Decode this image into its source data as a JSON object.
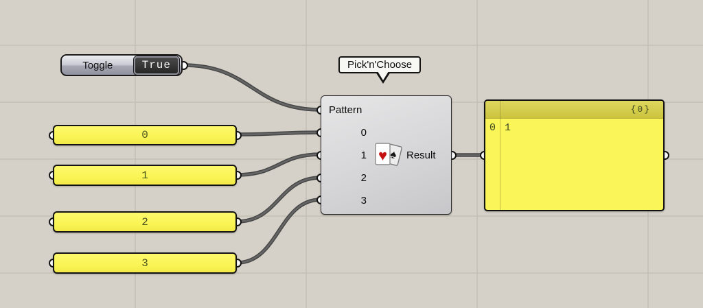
{
  "canvas": {
    "bg_color": "#d5d1c8",
    "grid_color": "#c3bfb6",
    "wire_color": "#565656",
    "panel_yellow": "#faf455",
    "header_olive": "#d2ca48"
  },
  "toggle": {
    "label": "Toggle",
    "value": "True"
  },
  "input_panels": [
    {
      "value": "0"
    },
    {
      "value": "1"
    },
    {
      "value": "2"
    },
    {
      "value": "3"
    }
  ],
  "component": {
    "name": "Pick'n'Choose",
    "inputs": [
      "Pattern",
      "0",
      "1",
      "2",
      "3"
    ],
    "output": "Result"
  },
  "icons": {
    "playing_cards": {
      "heart": "♥",
      "spade": "♠"
    }
  },
  "output_panel": {
    "path_header": "{0}",
    "rows": [
      {
        "index": "0",
        "value": "1"
      }
    ]
  }
}
